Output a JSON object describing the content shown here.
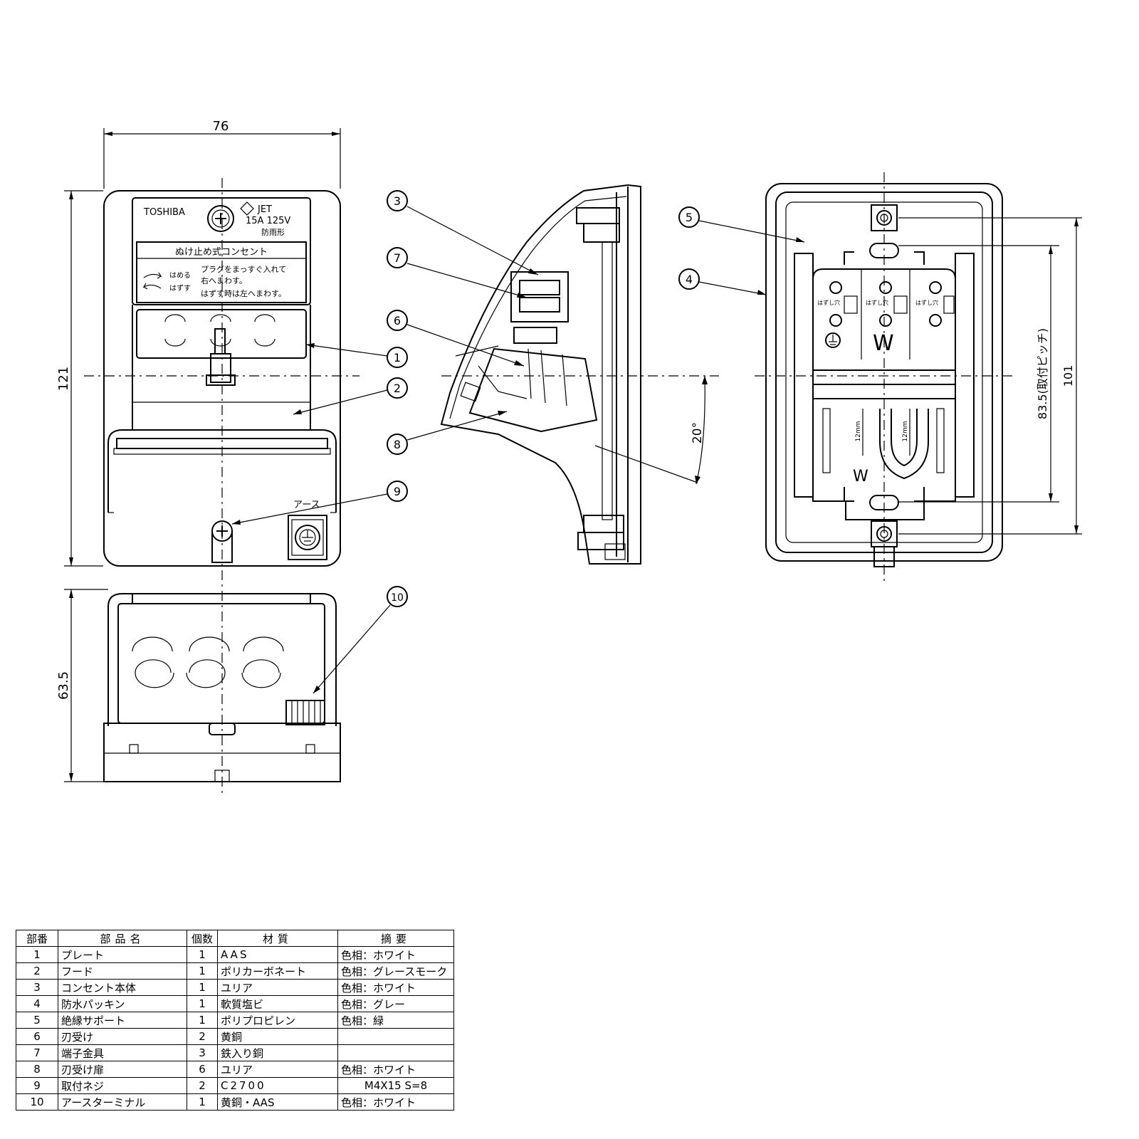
{
  "front_view": {
    "width_dim": "76",
    "height_dim": "121",
    "brand": "TOSHIBA",
    "jet_mark": "JET",
    "rating": "15A  125V",
    "rain_type": "防雨形",
    "label_title": "ぬけ止め式コンセント",
    "insert_label": "はめる",
    "remove_label": "はずす",
    "insert_instruction_1": "プラグをまっすぐ入れて",
    "insert_instruction_2": "右へまわす。",
    "remove_instruction": "はずす時は左へまわす。",
    "earth_label": "アース"
  },
  "bottom_view": {
    "height_dim": "63.5"
  },
  "side_view": {
    "angle_dim": "20°"
  },
  "back_view": {
    "pitch_dim": "83.5(取付ピッチ)",
    "height_dim": "101",
    "release_hole_label": "はずし穴",
    "w_mark": "W",
    "w_mark_lower": "W",
    "strip_length": "12mm"
  },
  "callouts": [
    "1",
    "2",
    "3",
    "4",
    "5",
    "6",
    "7",
    "8",
    "9",
    "10"
  ],
  "table": {
    "headers": [
      "部番",
      "部品名",
      "個数",
      "材質",
      "摘要"
    ],
    "rows": [
      [
        "1",
        "プレート",
        "1",
        "AAS",
        "色相：ホワイト"
      ],
      [
        "2",
        "フード",
        "1",
        "ポリカーボネート",
        "色相：グレースモーク"
      ],
      [
        "3",
        "コンセント本体",
        "1",
        "ユリア",
        "色相：ホワイト"
      ],
      [
        "4",
        "防水パッキン",
        "1",
        "軟質塩ビ",
        "色相：グレー"
      ],
      [
        "5",
        "絶縁サポート",
        "1",
        "ポリプロピレン",
        "色相：緑"
      ],
      [
        "6",
        "刃受け",
        "2",
        "黄銅",
        ""
      ],
      [
        "7",
        "端子金具",
        "3",
        "鉄入り銅",
        ""
      ],
      [
        "8",
        "刃受け扉",
        "6",
        "ユリア",
        "色相：ホワイト"
      ],
      [
        "9",
        "取付ネジ",
        "2",
        "C2700",
        "M4X15 S=8"
      ],
      [
        "10",
        "アースターミナル",
        "1",
        "黄銅・AAS",
        "色相：ホワイト"
      ]
    ]
  }
}
